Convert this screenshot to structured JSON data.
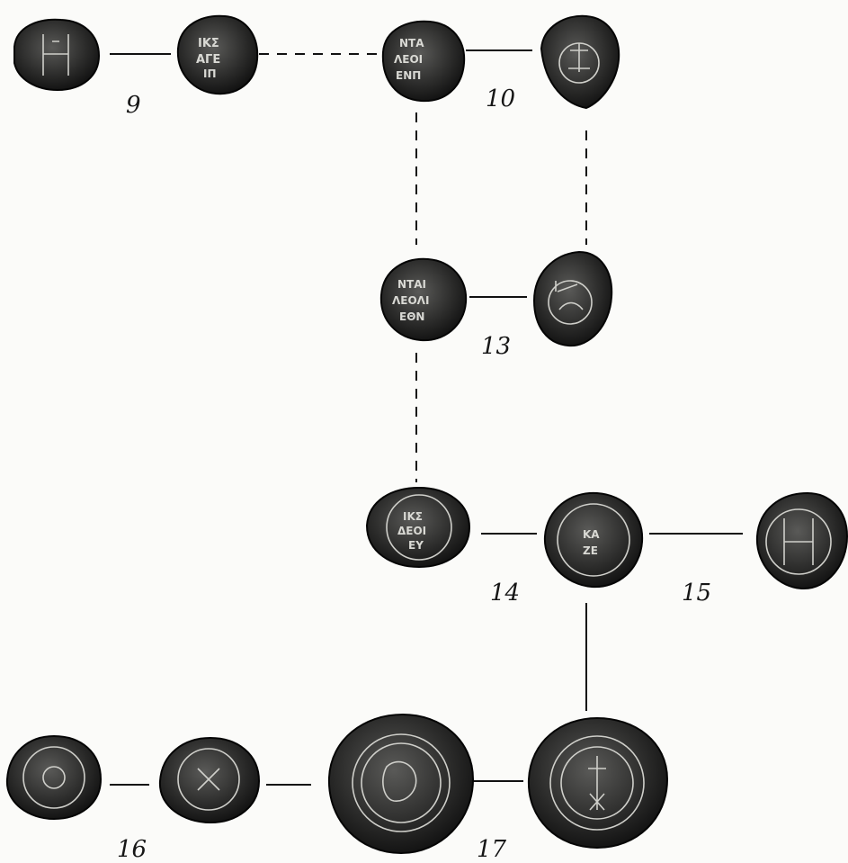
{
  "labels": {
    "l9": "9",
    "l10": "10",
    "l13": "13",
    "l14": "14",
    "l15": "15",
    "l16": "16",
    "l17": "17"
  },
  "coins": [
    {
      "id": "coin-9-obverse",
      "legend": ""
    },
    {
      "id": "coin-9-reverse",
      "legend": ""
    },
    {
      "id": "coin-10-obverse",
      "legend": ""
    },
    {
      "id": "coin-10-reverse",
      "legend": ""
    },
    {
      "id": "coin-13-obverse",
      "legend": ""
    },
    {
      "id": "coin-13-reverse",
      "legend": ""
    },
    {
      "id": "coin-14-obverse",
      "legend": ""
    },
    {
      "id": "coin-14-reverse",
      "legend": ""
    },
    {
      "id": "coin-15",
      "legend": ""
    },
    {
      "id": "coin-16-obverse",
      "legend": ""
    },
    {
      "id": "coin-16-reverse",
      "legend": ""
    },
    {
      "id": "coin-17-obverse",
      "legend": ""
    },
    {
      "id": "coin-17-reverse",
      "legend": ""
    }
  ],
  "colors": {
    "ink": "#111111",
    "coin_dark": "#1a1a1a",
    "coin_light": "#5a5a58",
    "paper": "#fbfbf9"
  }
}
